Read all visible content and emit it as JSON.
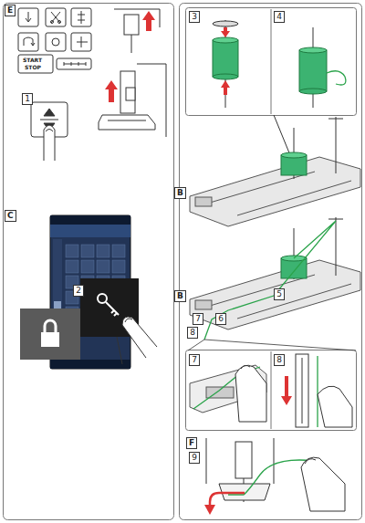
{
  "diagram": {
    "labels": [
      "E",
      "1",
      "START",
      "STOP",
      "C",
      "2",
      "3",
      "4",
      "B",
      "B",
      "5",
      "7",
      "6",
      "8",
      "7",
      "8",
      "F",
      "9"
    ]
  }
}
